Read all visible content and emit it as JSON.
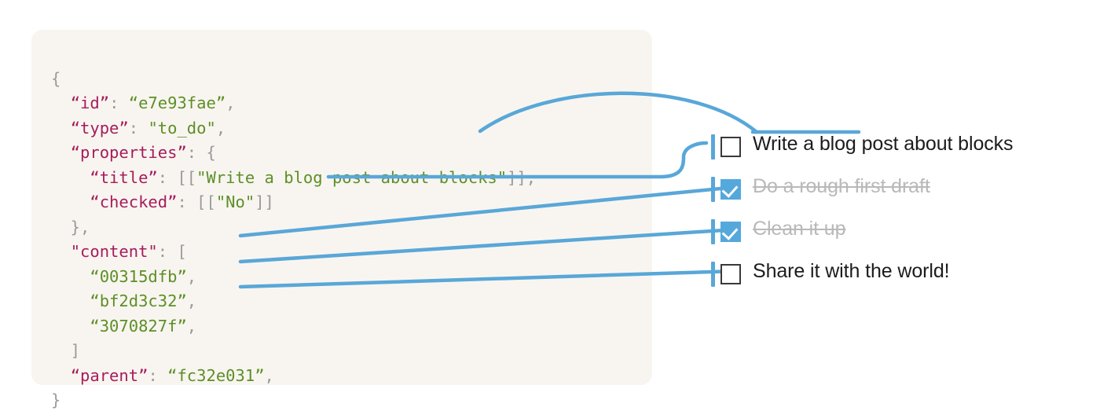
{
  "code": {
    "language": "json",
    "lines": [
      [
        {
          "t": "{",
          "c": "p"
        }
      ],
      [
        {
          "t": "  ",
          "c": "p"
        },
        {
          "t": "“id”",
          "c": "k"
        },
        {
          "t": ": ",
          "c": "p"
        },
        {
          "t": "“e7e93fae”",
          "c": "s"
        },
        {
          "t": ",",
          "c": "p"
        }
      ],
      [
        {
          "t": "  ",
          "c": "p"
        },
        {
          "t": "“type”",
          "c": "k"
        },
        {
          "t": ": ",
          "c": "p"
        },
        {
          "t": "\"to_do\"",
          "c": "s"
        },
        {
          "t": ",",
          "c": "p"
        }
      ],
      [
        {
          "t": "  ",
          "c": "p"
        },
        {
          "t": "“properties”",
          "c": "k"
        },
        {
          "t": ": {",
          "c": "p"
        }
      ],
      [
        {
          "t": "    ",
          "c": "p"
        },
        {
          "t": "“title”",
          "c": "k"
        },
        {
          "t": ": [[",
          "c": "p"
        },
        {
          "t": "\"Write a blog post about blocks\"",
          "c": "s"
        },
        {
          "t": "]],",
          "c": "p"
        }
      ],
      [
        {
          "t": "    ",
          "c": "p"
        },
        {
          "t": "“checked”",
          "c": "k"
        },
        {
          "t": ": [[",
          "c": "p"
        },
        {
          "t": "\"No\"",
          "c": "s"
        },
        {
          "t": "]]",
          "c": "p"
        }
      ],
      [
        {
          "t": "  },",
          "c": "p"
        }
      ],
      [
        {
          "t": "  ",
          "c": "p"
        },
        {
          "t": "\"content\"",
          "c": "k"
        },
        {
          "t": ": [",
          "c": "p"
        }
      ],
      [
        {
          "t": "    ",
          "c": "p"
        },
        {
          "t": "“00315dfb”",
          "c": "s"
        },
        {
          "t": ",",
          "c": "p"
        }
      ],
      [
        {
          "t": "    ",
          "c": "p"
        },
        {
          "t": "“bf2d3c32”",
          "c": "s"
        },
        {
          "t": ",",
          "c": "p"
        }
      ],
      [
        {
          "t": "    ",
          "c": "p"
        },
        {
          "t": "“3070827f”",
          "c": "s"
        },
        {
          "t": ",",
          "c": "p"
        }
      ],
      [
        {
          "t": "  ]",
          "c": "p"
        }
      ],
      [
        {
          "t": "  ",
          "c": "p"
        },
        {
          "t": "“parent”",
          "c": "k"
        },
        {
          "t": ": ",
          "c": "p"
        },
        {
          "t": "“fc32e031”",
          "c": "s"
        },
        {
          "t": ",",
          "c": "p"
        }
      ],
      [
        {
          "t": "}",
          "c": "p"
        }
      ]
    ],
    "values": {
      "id": "e7e93fae",
      "type": "to_do",
      "title": "Write a blog post about blocks",
      "checked": "No",
      "content": [
        "00315dfb",
        "bf2d3c32",
        "3070827f"
      ],
      "parent": "fc32e031"
    }
  },
  "checklist": {
    "items": [
      {
        "label": "Write a blog post about blocks",
        "checked": false
      },
      {
        "label": "Do a rough first draft",
        "checked": true
      },
      {
        "label": "Clean it up",
        "checked": true
      },
      {
        "label": "Share it with the world!",
        "checked": false
      }
    ]
  },
  "colors": {
    "panel_background": "#f8f5f0",
    "connector": "#59a7d8",
    "checkbox_checked": "#55a8dc",
    "checkbox_border": "#39393b",
    "json_key": "#a61c5c",
    "json_string": "#5d8f26",
    "json_punctuation": "#9a9a9a",
    "label_text": "#1c1c1e",
    "label_done_text": "#b9b9bb"
  }
}
